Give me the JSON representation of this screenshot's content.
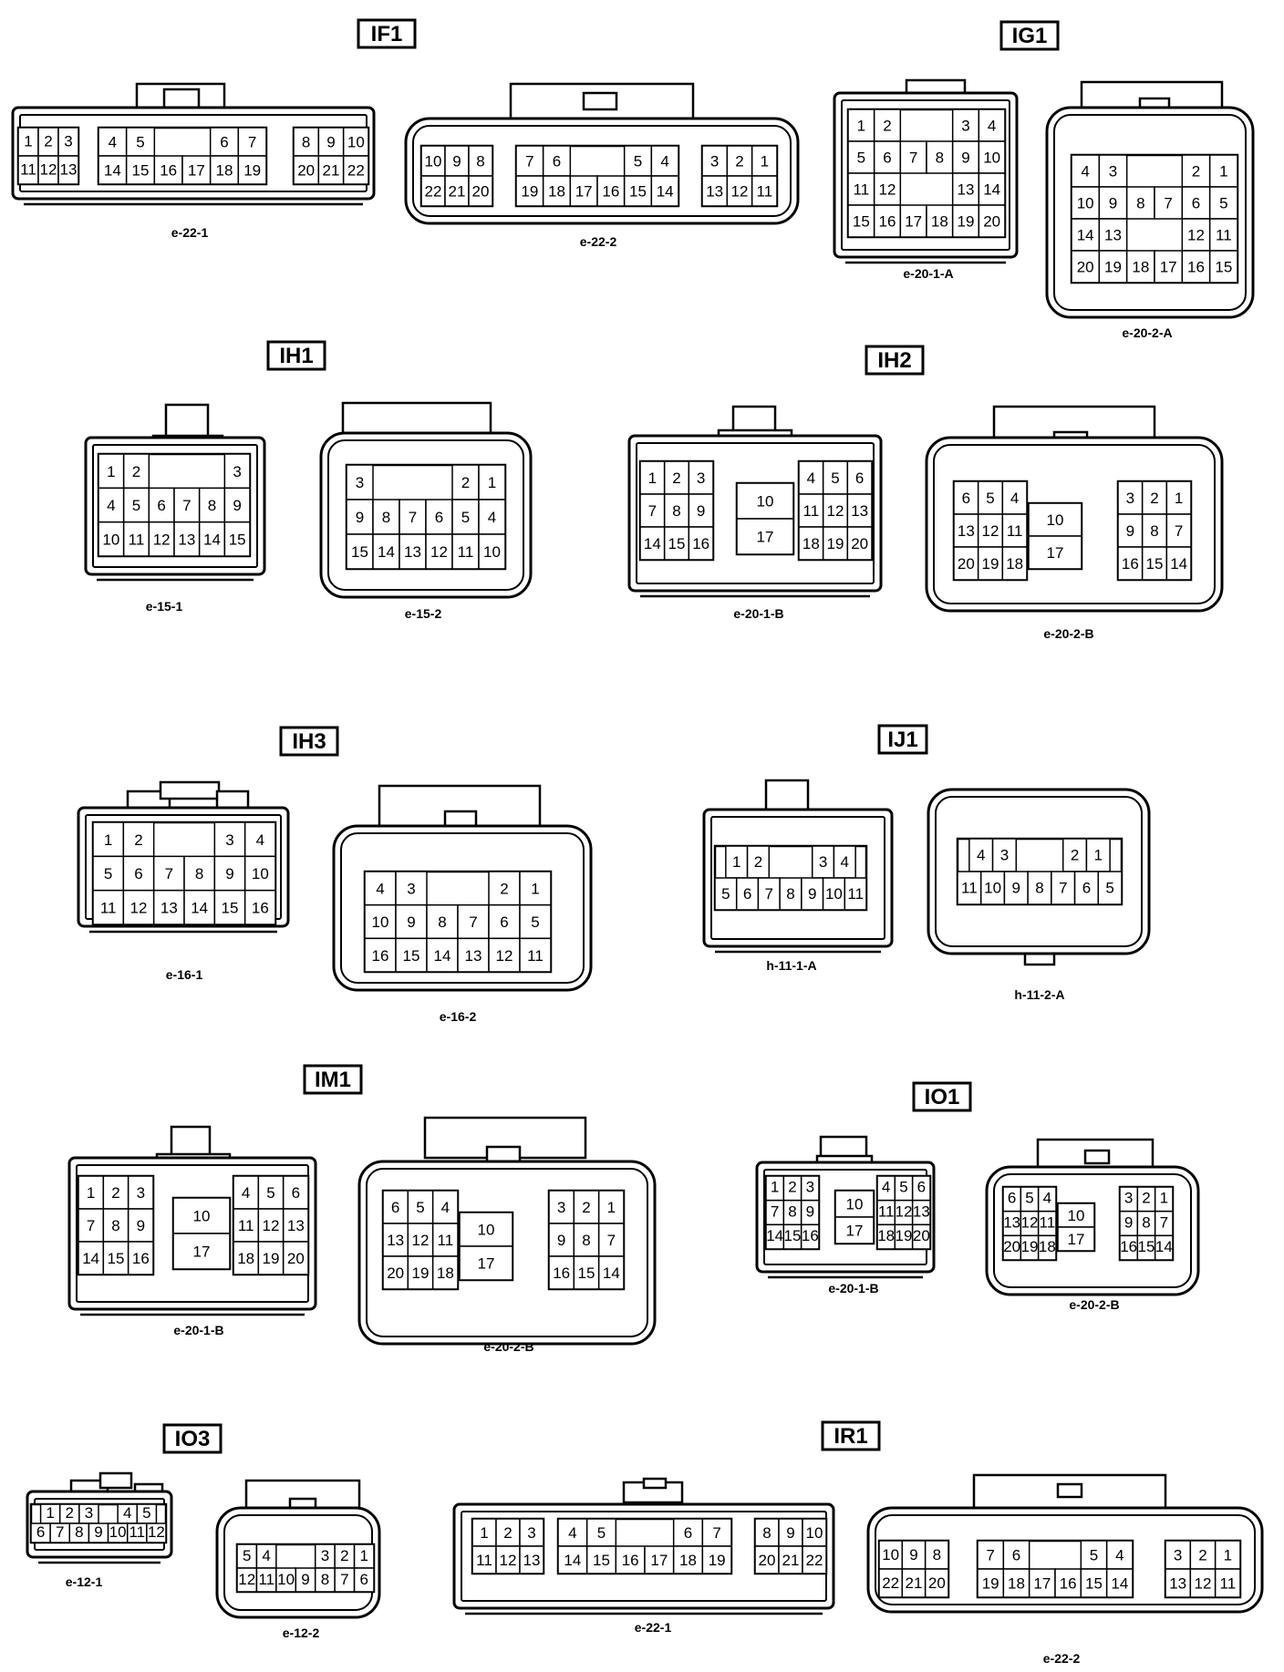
{
  "groups": [
    {
      "id": "IF1",
      "label": "IF1"
    },
    {
      "id": "IG1",
      "label": "IG1"
    },
    {
      "id": "IH1",
      "label": "IH1"
    },
    {
      "id": "IH2",
      "label": "IH2"
    },
    {
      "id": "IH3",
      "label": "IH3"
    },
    {
      "id": "IJ1",
      "label": "IJ1"
    },
    {
      "id": "IM1",
      "label": "IM1"
    },
    {
      "id": "IO1",
      "label": "IO1"
    },
    {
      "id": "IO3",
      "label": "IO3"
    },
    {
      "id": "IR1",
      "label": "IR1"
    }
  ],
  "connectors": [
    {
      "id": "if1-a",
      "caption": "e-22-1",
      "blocks": [
        [
          [
            "1",
            "2",
            "3"
          ],
          [
            "11",
            "12",
            "13"
          ]
        ],
        [
          [
            "4",
            "5",
            "",
            "",
            "6",
            "7"
          ],
          [
            "14",
            "15",
            "16",
            "17",
            "18",
            "19"
          ]
        ],
        [
          [
            "8",
            "9",
            "10"
          ],
          [
            "20",
            "21",
            "22"
          ]
        ]
      ]
    },
    {
      "id": "if1-b",
      "caption": "e-22-2",
      "blocks": [
        [
          [
            "10",
            "9",
            "8"
          ],
          [
            "22",
            "21",
            "20"
          ]
        ],
        [
          [
            "7",
            "6",
            "",
            "",
            "5",
            "4"
          ],
          [
            "19",
            "18",
            "17",
            "16",
            "15",
            "14"
          ]
        ],
        [
          [
            "3",
            "2",
            "1"
          ],
          [
            "13",
            "12",
            "11"
          ]
        ]
      ]
    },
    {
      "id": "ig1-a",
      "caption": "e-20-1-A",
      "blocks": [
        [
          [
            "1",
            "2",
            "",
            "",
            "3",
            "4"
          ],
          [
            "5",
            "6",
            "7",
            "8",
            "9",
            "10"
          ],
          [
            "11",
            "12",
            "",
            "",
            "13",
            "14"
          ],
          [
            "15",
            "16",
            "17",
            "18",
            "19",
            "20"
          ]
        ]
      ]
    },
    {
      "id": "ig1-b",
      "caption": "e-20-2-A",
      "blocks": [
        [
          [
            "4",
            "3",
            "",
            "",
            "2",
            "1"
          ],
          [
            "10",
            "9",
            "8",
            "7",
            "6",
            "5"
          ],
          [
            "14",
            "13",
            "",
            "",
            "12",
            "11"
          ],
          [
            "20",
            "19",
            "18",
            "17",
            "16",
            "15"
          ]
        ]
      ]
    },
    {
      "id": "ih1-a",
      "caption": "e-15-1",
      "blocks": [
        [
          [
            "1",
            "2",
            "",
            "",
            "",
            "3"
          ],
          [
            "4",
            "5",
            "6",
            "7",
            "8",
            "9"
          ],
          [
            "10",
            "11",
            "12",
            "13",
            "14",
            "15"
          ]
        ]
      ]
    },
    {
      "id": "ih1-b",
      "caption": "e-15-2",
      "blocks": [
        [
          [
            "3",
            "",
            "",
            "",
            "2",
            "1"
          ],
          [
            "9",
            "8",
            "7",
            "6",
            "5",
            "4"
          ],
          [
            "15",
            "14",
            "13",
            "12",
            "11",
            "10"
          ]
        ]
      ]
    },
    {
      "id": "ih2-a",
      "caption": "e-20-1-B",
      "blocks": [
        [
          [
            "1",
            "2",
            "3"
          ],
          [
            "7",
            "8",
            "9"
          ],
          [
            "14",
            "15",
            "16"
          ]
        ],
        [
          [
            "10"
          ],
          [
            "17"
          ]
        ],
        [
          [
            "4",
            "5",
            "6"
          ],
          [
            "11",
            "12",
            "13"
          ],
          [
            "18",
            "19",
            "20"
          ]
        ]
      ]
    },
    {
      "id": "ih2-b",
      "caption": "e-20-2-B",
      "blocks": [
        [
          [
            "6",
            "5",
            "4"
          ],
          [
            "13",
            "12",
            "11"
          ],
          [
            "20",
            "19",
            "18"
          ]
        ],
        [
          [
            "10"
          ],
          [
            "17"
          ]
        ],
        [
          [
            "3",
            "2",
            "1"
          ],
          [
            "9",
            "8",
            "7"
          ],
          [
            "16",
            "15",
            "14"
          ]
        ]
      ]
    },
    {
      "id": "ih3-a",
      "caption": "e-16-1",
      "blocks": [
        [
          [
            "1",
            "2",
            "",
            "",
            "3",
            "4"
          ],
          [
            "5",
            "6",
            "7",
            "8",
            "9",
            "10"
          ],
          [
            "11",
            "12",
            "13",
            "14",
            "15",
            "16"
          ]
        ]
      ]
    },
    {
      "id": "ih3-b",
      "caption": "e-16-2",
      "blocks": [
        [
          [
            "4",
            "3",
            "",
            "",
            "2",
            "1"
          ],
          [
            "10",
            "9",
            "8",
            "7",
            "6",
            "5"
          ],
          [
            "16",
            "15",
            "14",
            "13",
            "12",
            "11"
          ]
        ]
      ]
    },
    {
      "id": "ij1-a",
      "caption": "h-11-1-A",
      "blocks": [
        [
          [
            "1",
            "2",
            "",
            "",
            "3",
            "4"
          ],
          [
            "5",
            "6",
            "7",
            "8",
            "9",
            "10",
            "11"
          ]
        ]
      ]
    },
    {
      "id": "ij1-b",
      "caption": "h-11-2-A",
      "blocks": [
        [
          [
            "4",
            "3",
            "",
            "",
            "2",
            "1"
          ],
          [
            "11",
            "10",
            "9",
            "8",
            "7",
            "6",
            "5"
          ]
        ]
      ]
    },
    {
      "id": "im1-a",
      "caption": "e-20-1-B",
      "blocks": [
        [
          [
            "1",
            "2",
            "3"
          ],
          [
            "7",
            "8",
            "9"
          ],
          [
            "14",
            "15",
            "16"
          ]
        ],
        [
          [
            "10"
          ],
          [
            "17"
          ]
        ],
        [
          [
            "4",
            "5",
            "6"
          ],
          [
            "11",
            "12",
            "13"
          ],
          [
            "18",
            "19",
            "20"
          ]
        ]
      ]
    },
    {
      "id": "im1-b",
      "caption": "e-20-2-B",
      "blocks": [
        [
          [
            "6",
            "5",
            "4"
          ],
          [
            "13",
            "12",
            "11"
          ],
          [
            "20",
            "19",
            "18"
          ]
        ],
        [
          [
            "10"
          ],
          [
            "17"
          ]
        ],
        [
          [
            "3",
            "2",
            "1"
          ],
          [
            "9",
            "8",
            "7"
          ],
          [
            "16",
            "15",
            "14"
          ]
        ]
      ]
    },
    {
      "id": "io1-a",
      "caption": "e-20-1-B",
      "blocks": [
        [
          [
            "1",
            "2",
            "3"
          ],
          [
            "7",
            "8",
            "9"
          ],
          [
            "14",
            "15",
            "16"
          ]
        ],
        [
          [
            "10"
          ],
          [
            "17"
          ]
        ],
        [
          [
            "4",
            "5",
            "6"
          ],
          [
            "11",
            "12",
            "13"
          ],
          [
            "18",
            "19",
            "20"
          ]
        ]
      ]
    },
    {
      "id": "io1-b",
      "caption": "e-20-2-B",
      "blocks": [
        [
          [
            "6",
            "5",
            "4"
          ],
          [
            "13",
            "12",
            "11"
          ],
          [
            "20",
            "19",
            "18"
          ]
        ],
        [
          [
            "10"
          ],
          [
            "17"
          ]
        ],
        [
          [
            "3",
            "2",
            "1"
          ],
          [
            "9",
            "8",
            "7"
          ],
          [
            "16",
            "15",
            "14"
          ]
        ]
      ]
    },
    {
      "id": "io3-a",
      "caption": "e-12-1",
      "blocks": [
        [
          [
            "1",
            "2",
            "3",
            "",
            "4",
            "5"
          ],
          [
            "6",
            "7",
            "8",
            "9",
            "10",
            "11",
            "12"
          ]
        ]
      ]
    },
    {
      "id": "io3-b",
      "caption": "e-12-2",
      "blocks": [
        [
          [
            "5",
            "4",
            "",
            "",
            "3",
            "2",
            "1"
          ],
          [
            "12",
            "11",
            "10",
            "9",
            "8",
            "7",
            "6"
          ]
        ]
      ]
    },
    {
      "id": "ir1-a",
      "caption": "e-22-1",
      "blocks": [
        [
          [
            "1",
            "2",
            "3"
          ],
          [
            "11",
            "12",
            "13"
          ]
        ],
        [
          [
            "4",
            "5",
            "",
            "",
            "6",
            "7"
          ],
          [
            "14",
            "15",
            "16",
            "17",
            "18",
            "19"
          ]
        ],
        [
          [
            "8",
            "9",
            "10"
          ],
          [
            "20",
            "21",
            "22"
          ]
        ]
      ]
    },
    {
      "id": "ir1-b",
      "caption": "e-22-2",
      "blocks": [
        [
          [
            "10",
            "9",
            "8"
          ],
          [
            "22",
            "21",
            "20"
          ]
        ],
        [
          [
            "7",
            "6",
            "",
            "",
            "5",
            "4"
          ],
          [
            "19",
            "18",
            "17",
            "16",
            "15",
            "14"
          ]
        ],
        [
          [
            "3",
            "2",
            "1"
          ],
          [
            "13",
            "12",
            "11"
          ]
        ]
      ]
    }
  ]
}
